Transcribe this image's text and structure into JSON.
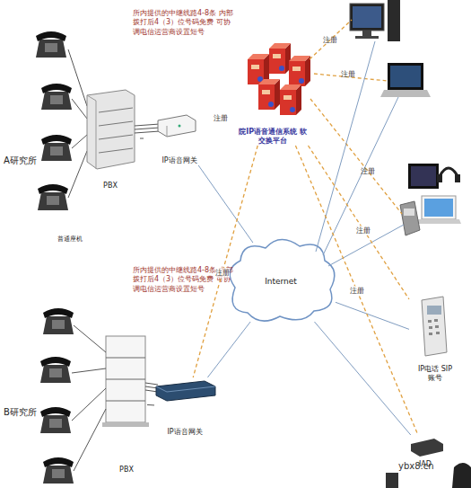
{
  "diagram": {
    "nodes": [
      {
        "text": [
          "PBX"
        ]
      },
      {
        "text": [
          "IP语音网关"
        ]
      },
      {
        "text": [
          "院IP语音通信系统 软交换平台"
        ]
      },
      {
        "text": [
          "Internet"
        ]
      },
      {
        "text": [
          "PBX"
        ]
      },
      {
        "text": [
          "IP语音网关"
        ]
      },
      {
        "text": [
          "IP电话 SIP账号"
        ]
      },
      {
        "text": [
          "IAD"
        ]
      }
    ],
    "edges": [
      {
        "from": 0,
        "to": 1,
        "arrow": "none"
      },
      {
        "from": 2,
        "to": 1,
        "label": "注册",
        "arrow": "none"
      },
      {
        "from": 1,
        "to": 3,
        "arrow": "none"
      },
      {
        "from": 4,
        "to": 5,
        "arrow": "none"
      },
      {
        "from": 5,
        "to": 3,
        "arrow": "none"
      },
      {
        "from": 2,
        "to": 5,
        "label": "注册",
        "arrow": "none"
      },
      {
        "from": 3,
        "to": 6,
        "arrow": "none"
      },
      {
        "from": 3,
        "to": 7,
        "arrow": "none"
      },
      {
        "from": 2,
        "to": 6,
        "label": "注册",
        "arrow": "none"
      },
      {
        "from": 2,
        "to": 7,
        "label": "注册",
        "arrow": "none"
      }
    ],
    "labels": [
      "所内提供的中继线路4-8条 内部拨打后4（3）位号码免费 可协调电信运营商设置短号",
      "A研究所",
      "普通座机",
      "所内提供的中继线路4-8条 内部拨打后4（3）位号码免费 可协调电信运营商设置短号",
      "B研究所",
      "注册",
      "注册",
      "注册",
      "ybx8.cn"
    ]
  }
}
